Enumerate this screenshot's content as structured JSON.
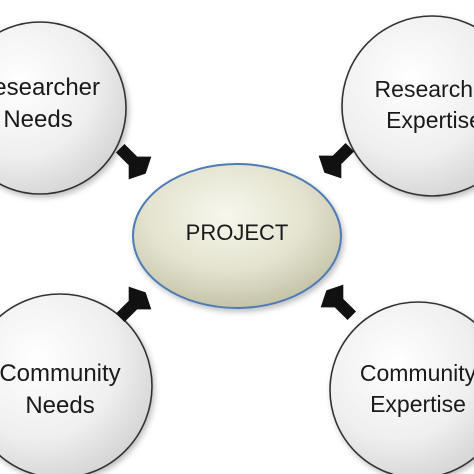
{
  "nodes": {
    "project": {
      "label": "PROJECT"
    },
    "researcher_needs": {
      "line1": "Researcher",
      "line2": "Needs"
    },
    "researcher_expertise": {
      "line1": "Researcher",
      "line2": "Expertise"
    },
    "community_needs": {
      "line1": "Community",
      "line2": "Needs"
    },
    "community_expertise": {
      "line1": "Community",
      "line2": "Expertise"
    }
  },
  "colors": {
    "outer_fill_light": "#ffffff",
    "outer_fill_dark": "#d8d8d8",
    "outer_stroke": "#333333",
    "center_fill_light": "#f4f4e8",
    "center_fill_dark": "#c9c8ae",
    "center_stroke": "#4f7bb5",
    "arrow": "#111111",
    "text": "#1a1a1a"
  }
}
